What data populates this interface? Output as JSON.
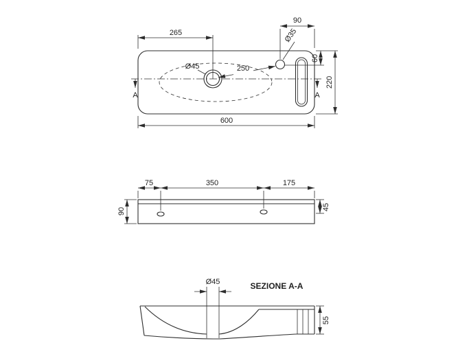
{
  "drawing": {
    "top_view": {
      "dim_width_to_drain": "265",
      "dim_tap_to_edge": "90",
      "tap_hole_diameter": "Ø35",
      "dim_drain_to_tap": "250",
      "drain_diameter": "Ø45",
      "dim_top_to_tap": "60",
      "dim_depth": "220",
      "dim_width": "600",
      "section_marker_left": "A",
      "section_marker_right": "A"
    },
    "front_view": {
      "dim_left_to_hole": "75",
      "dim_hole_to_hole": "350",
      "dim_hole_to_right": "175",
      "dim_height": "90",
      "dim_shelf_height": "45"
    },
    "section_view": {
      "drain_diameter": "Ø45",
      "title": "SEZIONE A-A",
      "dim_height": "55"
    },
    "colors": {
      "line": "#2d2d2d",
      "text": "#1f1f1f",
      "background": "#ffffff"
    }
  }
}
